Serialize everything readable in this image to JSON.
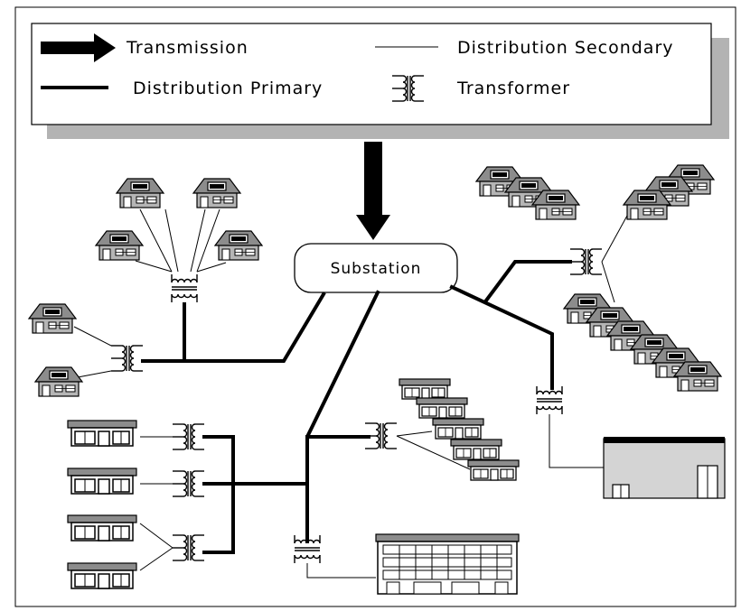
{
  "legend": {
    "transmission_label": "Transmission",
    "distribution_secondary_label": "Distribution Secondary",
    "distribution_primary_label": "Distribution Primary",
    "transformer_label": "Transformer"
  },
  "substation": {
    "label": "Substation"
  },
  "colors": {
    "line": "#000000",
    "legend_shadow": "#b3b3b3",
    "roof": "#8c8c8c",
    "wall": "#b5b5b5",
    "building": "#d4d4d4",
    "window": "#000000"
  },
  "icons": [
    "transmission-arrow-icon",
    "transformer-icon",
    "house-icon",
    "shop-icon",
    "factory-icon",
    "apartment-building-icon"
  ]
}
